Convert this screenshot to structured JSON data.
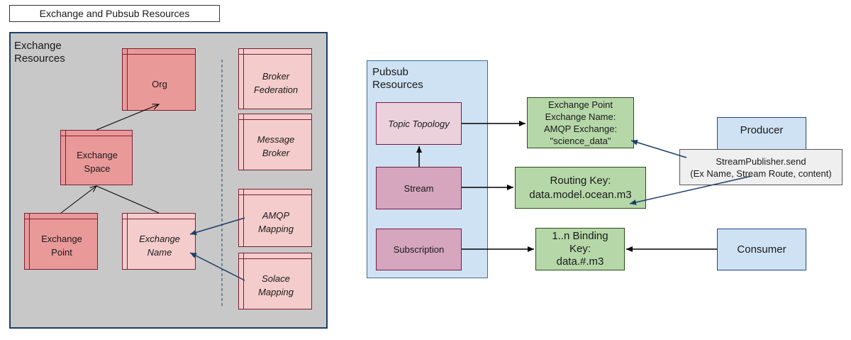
{
  "title": "Exchange and Pubsub Resources",
  "exchange_panel": {
    "label": "Exchange\nResources",
    "org": "Org",
    "exchange_space": "Exchange\nSpace",
    "exchange_point": "Exchange\nPoint",
    "exchange_name": "Exchange\nName",
    "broker_federation": "Broker\nFederation",
    "message_broker": "Message\nBroker",
    "amqp_mapping": "AMQP\nMapping",
    "solace_mapping": "Solace\nMapping"
  },
  "pubsub_panel": {
    "label": "Pubsub\nResources",
    "topic_topology": "Topic Topology",
    "stream": "Stream",
    "subscription": "Subscription"
  },
  "exchange_point_box": "Exchange Point\nExchange Name:\nAMQP Exchange:\n\"science_data\"",
  "routing_key_box": "Routing Key:\ndata.model.ocean.m3",
  "binding_key_box": "1..n Binding\nKey:\ndata.#.m3",
  "producer": "Producer",
  "consumer": "Consumer",
  "stream_publisher": "StreamPublisher.send\n(Ex Name, Stream Route, content)",
  "colors": {
    "panel_border": "#1c3f66",
    "exchange_bg": "#c8c8c8",
    "pubsub_bg": "#cfe2f3",
    "class_dark": "#ea9999",
    "class_light": "#f4cccc",
    "green": "#b6d7a8",
    "mauve": "#d5a6bd"
  }
}
